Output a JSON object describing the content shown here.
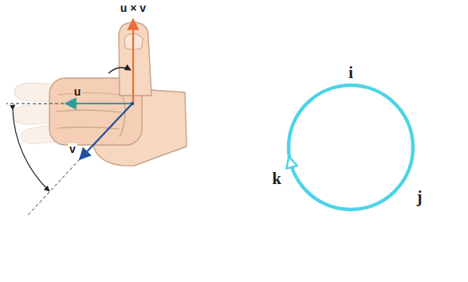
{
  "diagram": {
    "labels": [
      "u × v",
      "u",
      "v",
      "i",
      "k",
      "j"
    ]
  }
}
